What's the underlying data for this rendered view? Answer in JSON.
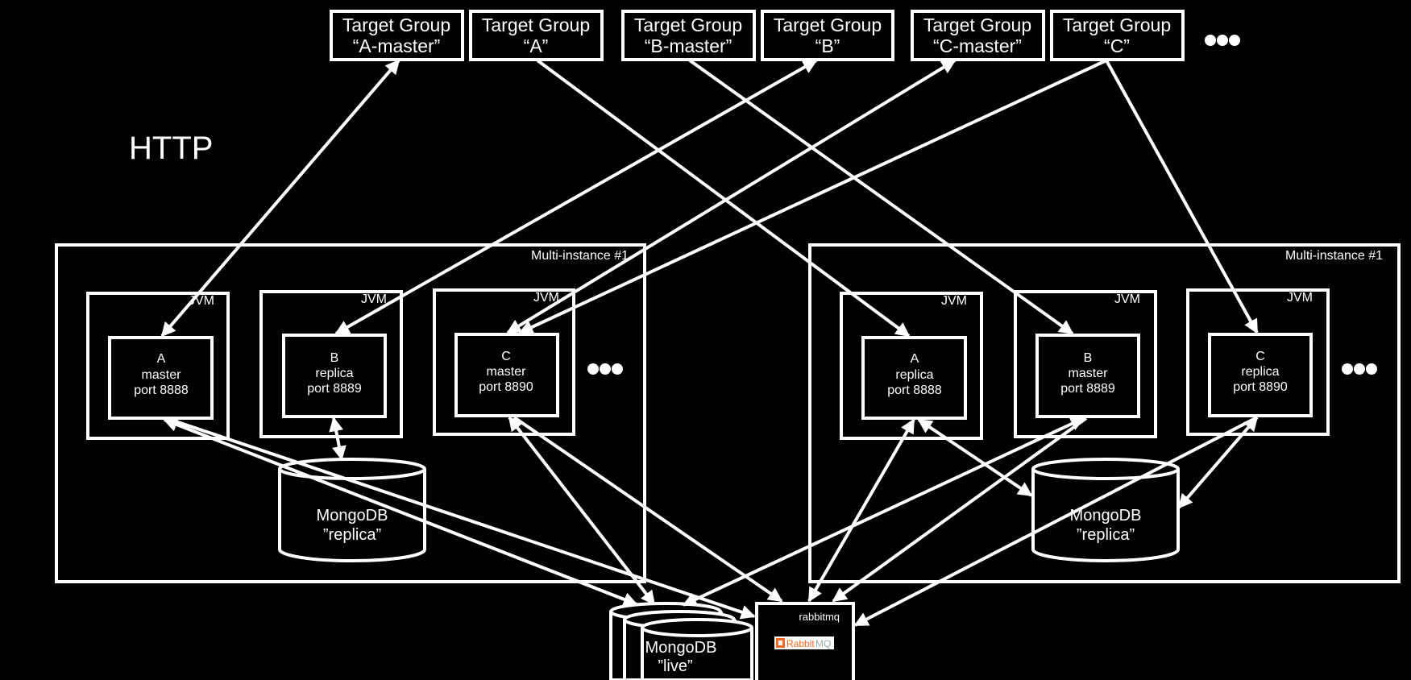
{
  "protocol_label": "HTTP",
  "target_groups": [
    {
      "line1": "Target Group",
      "line2": "“A-master”"
    },
    {
      "line1": "Target Group",
      "line2": "“A”"
    },
    {
      "line1": "Target Group",
      "line2": "“B-master”"
    },
    {
      "line1": "Target Group",
      "line2": "“B”"
    },
    {
      "line1": "Target Group",
      "line2": "“C-master”"
    },
    {
      "line1": "Target Group",
      "line2": "“C”"
    }
  ],
  "more_indicator": "ellipsis-dots",
  "multi_instances": [
    {
      "label": "Multi-instance #1",
      "jvms": [
        {
          "label": "JVM",
          "instance": {
            "name": "A",
            "role": "master",
            "port": "port 8888"
          }
        },
        {
          "label": "JVM",
          "instance": {
            "name": "B",
            "role": "replica",
            "port": "port 8889"
          }
        },
        {
          "label": "JVM",
          "instance": {
            "name": "C",
            "role": "master",
            "port": "port 8890"
          }
        }
      ],
      "db": {
        "line1": "MongoDB",
        "line2": "”replica”"
      }
    },
    {
      "label": "Multi-instance #1",
      "jvms": [
        {
          "label": "JVM",
          "instance": {
            "name": "A",
            "role": "replica",
            "port": "port 8888"
          }
        },
        {
          "label": "JVM",
          "instance": {
            "name": "B",
            "role": "master",
            "port": "port 8889"
          }
        },
        {
          "label": "JVM",
          "instance": {
            "name": "C",
            "role": "replica",
            "port": "port 8890"
          }
        }
      ],
      "db": {
        "line1": "MongoDB",
        "line2": "”replica”"
      }
    }
  ],
  "live_db": {
    "line1": "MongoDB",
    "line2": "”live”"
  },
  "queue": {
    "label": "rabbitmq",
    "logo_text_1": "Rabbit",
    "logo_text_2": "MQ",
    "logo_color": "#f26822"
  },
  "connections": [
    {
      "from": "target-group-a-master",
      "to": "left-a-master",
      "bidirectional": true
    },
    {
      "from": "target-group-a",
      "to": "right-a-replica",
      "bidirectional": false
    },
    {
      "from": "target-group-b-master",
      "to": "right-b-master",
      "bidirectional": false
    },
    {
      "from": "target-group-b",
      "to": "left-b-replica",
      "bidirectional": true
    },
    {
      "from": "target-group-c-master",
      "to": "left-c-master",
      "bidirectional": true
    },
    {
      "from": "target-group-c",
      "to": "left-c-master",
      "bidirectional": false
    },
    {
      "from": "target-group-c",
      "to": "right-c-replica",
      "bidirectional": false
    },
    {
      "from": "left-b-replica",
      "to": "left-mongodb-replica",
      "bidirectional": true
    },
    {
      "from": "left-a-master",
      "to": "mongodb-live",
      "bidirectional": true
    },
    {
      "from": "left-a-master",
      "to": "rabbitmq",
      "bidirectional": true
    },
    {
      "from": "left-c-master",
      "to": "mongodb-live",
      "bidirectional": true
    },
    {
      "from": "left-c-master",
      "to": "rabbitmq",
      "bidirectional": true
    },
    {
      "from": "right-a-replica",
      "to": "right-mongodb-replica",
      "bidirectional": true
    },
    {
      "from": "right-a-replica",
      "to": "rabbitmq",
      "bidirectional": true
    },
    {
      "from": "right-b-master",
      "to": "mongodb-live",
      "bidirectional": true
    },
    {
      "from": "right-b-master",
      "to": "rabbitmq",
      "bidirectional": true
    },
    {
      "from": "right-c-replica",
      "to": "right-mongodb-replica",
      "bidirectional": true
    },
    {
      "from": "right-c-replica",
      "to": "rabbitmq",
      "bidirectional": true
    }
  ]
}
